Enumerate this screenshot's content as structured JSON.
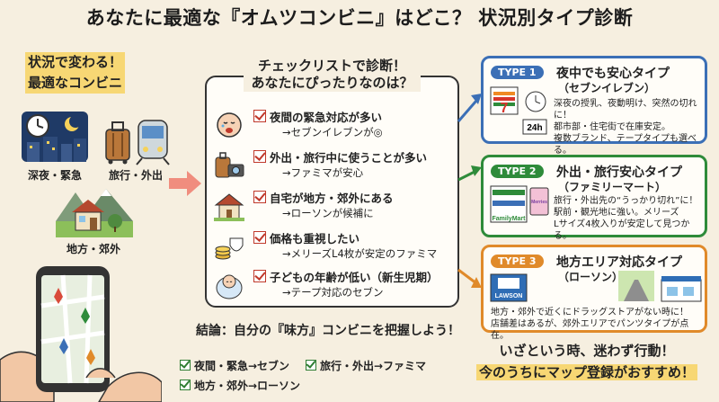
{
  "title": "あなたに最適な『オムツコンビニ』はどこ？ 状況別タイプ診断",
  "left": {
    "heading_line1": "状況で変わる！",
    "heading_line2": "最適なコンビニ",
    "scenes": [
      {
        "label": "深夜・緊急",
        "icon": "night-city-icon"
      },
      {
        "label": "旅行・外出",
        "icon": "suitcase-train-icon"
      },
      {
        "label": "地方・郊外",
        "icon": "countryside-house-icon"
      }
    ]
  },
  "checklist": {
    "heading_line1": "チェックリストで診断！",
    "heading_line2": "あなたにぴったりなのは？",
    "items": [
      {
        "main": "夜間の緊急対応が多い",
        "sub": "→セブンイレブンが◎",
        "icon": "crying-baby-icon"
      },
      {
        "main": "外出・旅行中に使うことが多い",
        "sub": "→ファミマが安心",
        "icon": "luggage-camera-icon"
      },
      {
        "main": "自宅が地方・郊外にある",
        "sub": "→ローソンが候補に",
        "icon": "house-icon"
      },
      {
        "main": "価格も重視したい",
        "sub": "→メリーズL4枚が安定のファミマ",
        "icon": "coins-diaper-icon"
      },
      {
        "main": "子どもの年齢が低い（新生児期）",
        "sub": "→テープ対応のセブン",
        "icon": "newborn-icon"
      }
    ]
  },
  "types": [
    {
      "badge": "TYPE 1",
      "name": "夜中でも安心タイプ",
      "store": "（セブンイレブン）",
      "color": "#3b6fb6",
      "desc": [
        "深夜の授乳、夜動明け、突然の切れに！",
        "都市部・住宅街で在庫安定。",
        "複数ブランド、テープタイプも選べる。"
      ],
      "store_logo": "7",
      "extra": "24h"
    },
    {
      "badge": "TYPE 2",
      "name": "外出・旅行安心タイプ",
      "store": "（ファミリーマート）",
      "color": "#2e8b3a",
      "desc": [
        "旅行・外出先の“うっかり切れ”に！",
        "駅前・観光地に強い。メリーズ",
        "Lサイズ4枚入りが安定して見つかる。"
      ],
      "store_logo": "FamilyMart",
      "extra": "Merries"
    },
    {
      "badge": "TYPE 3",
      "name": "地方エリア対応タイプ",
      "store": "（ローソン）",
      "color": "#e08a2a",
      "desc": [
        "地方・郊外で近くにドラッグストアがない時に！",
        "店舗差はあるが、郊外エリアでパンツタイプが点在。"
      ],
      "store_logo": "LAWSON"
    }
  ],
  "conclusion": {
    "heading": "結論：自分の『味方』コンビニを把握しよう！",
    "items": [
      "夜間・緊急→セブン",
      "旅行・外出→ファミマ",
      "地方・郊外→ローソン"
    ]
  },
  "final": {
    "line1": "いざという時、迷わず行動！",
    "line2": "今のうちにマップ登録がおすすめ！"
  },
  "colors": {
    "background": "#f6efe0",
    "highlight": "#f7d774",
    "arrow": "#f08d7e",
    "check": "#c0392b"
  }
}
